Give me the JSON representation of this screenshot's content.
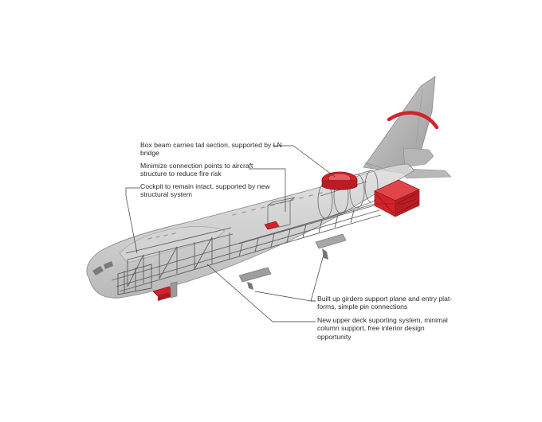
{
  "callouts": {
    "box_beam": "Box beam carries tail section, supported by LN\nbridge",
    "minimize": "Minimize connection points to aircraft\nstructure to reduce fire risk",
    "cockpit": "Cockpit to remain intact, supported by new\nstructural system",
    "girders": "Built up girders support plane and entry plat-\nforms, simple pin connections",
    "upper_deck": "New upper deck suporting system, minimal\ncolumn support, free interior design\nopportunity"
  },
  "colors": {
    "fuselage": "#c9c9c9",
    "structure": "#6e6e6e",
    "accent_red": "#d2232a",
    "leader_line": "#3a3a3a"
  }
}
